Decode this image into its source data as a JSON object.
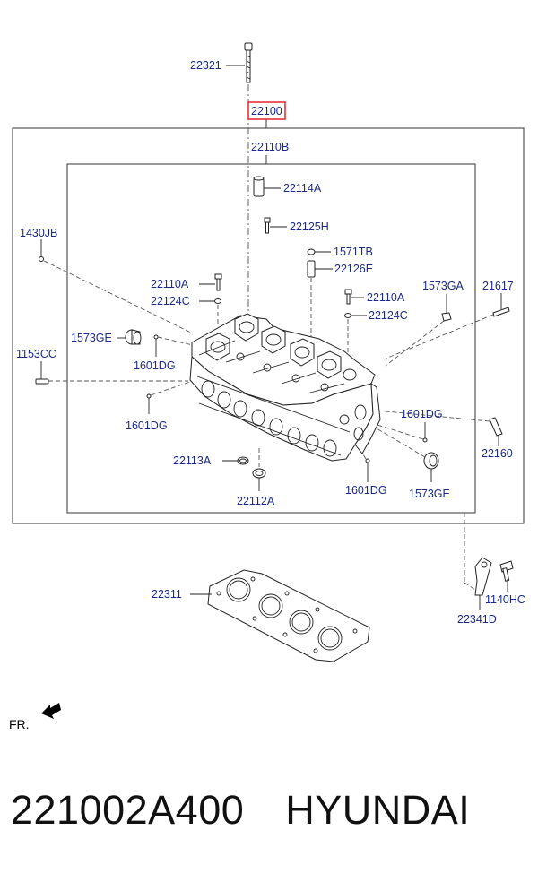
{
  "diagram": {
    "labels": {
      "p22321": "22321",
      "p22100": "22100",
      "p22110B": "22110B",
      "p22114A": "22114A",
      "p22125H": "22125H",
      "p1571TB": "1571TB",
      "p22126E": "22126E",
      "p1430JB": "1430JB",
      "p22110A_l": "22110A",
      "p22124C_l": "22124C",
      "p22110A_r": "22110A",
      "p22124C_r": "22124C",
      "p1573GA": "1573GA",
      "p21617": "21617",
      "p1573GE_l": "1573GE",
      "p1153CC": "1153CC",
      "p1601DG_1": "1601DG",
      "p1601DG_2": "1601DG",
      "p1601DG_3": "1601DG",
      "p1601DG_4": "1601DG",
      "p22160": "22160",
      "p22113A": "22113A",
      "p22112A": "22112A",
      "p1573GE_r": "1573GE",
      "p22311": "22311",
      "p1140HC": "1140HC",
      "p22341D": "22341D"
    },
    "highlight_color": "#e8212a",
    "label_color": "#1a2a8a",
    "direction_label": "FR."
  },
  "caption": {
    "part_number": "221002A400",
    "brand": "HYUNDAI"
  }
}
